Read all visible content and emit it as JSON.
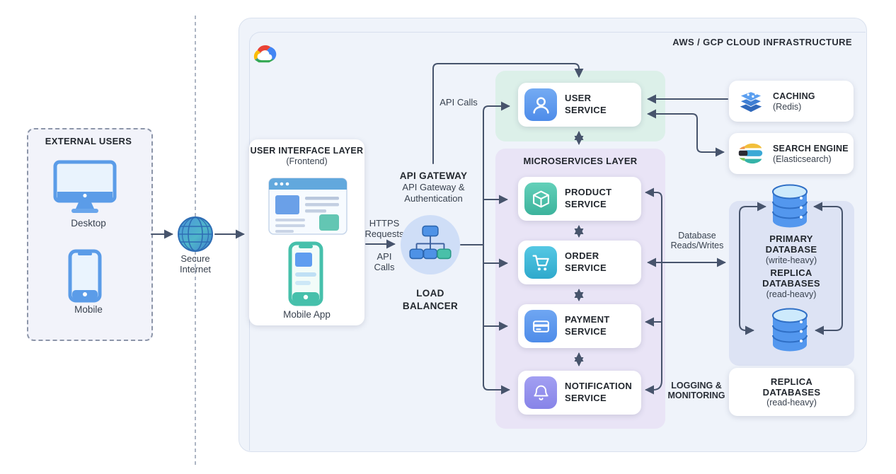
{
  "cloud": {
    "title": "AWS / GCP CLOUD INFRASTRUCTURE"
  },
  "external_users": {
    "title": "EXTERNAL USERS",
    "desktop": "Desktop",
    "mobile": "Mobile"
  },
  "internet": {
    "label": "Secure\nInternet"
  },
  "ui_layer": {
    "title": "USER INTERFACE LAYER",
    "subtitle": "(Frontend)",
    "mobile_app": "Mobile App"
  },
  "gateway": {
    "title": "API GATEWAY",
    "subtitle": "API Gateway &\nAuthentication"
  },
  "load_balancer": {
    "label": "LOAD\nBALANCER"
  },
  "edge_labels": {
    "https_requests": "HTTPS\nRequests",
    "api_calls_lb": "API\nCalls",
    "api_calls_gateway": "API Calls",
    "db_reads_writes": "Database\nReads/Writes",
    "logging": "LOGGING &\nMONITORING"
  },
  "user_service": {
    "label": "USER\nSERVICE"
  },
  "microservices": {
    "title": "MICROSERVICES LAYER",
    "services": [
      {
        "label": "PRODUCT\nSERVICE",
        "icon": "cube-icon"
      },
      {
        "label": "ORDER\nSERVICE",
        "icon": "cart-icon"
      },
      {
        "label": "PAYMENT\nSERVICE",
        "icon": "credit-card-icon"
      },
      {
        "label": "NOTIFICATION\nSERVICE",
        "icon": "bell-icon"
      }
    ]
  },
  "caching": {
    "title": "CACHING",
    "subtitle": "(Redis)"
  },
  "search": {
    "title": "SEARCH ENGINE",
    "subtitle": "(Elasticsearch)"
  },
  "database": {
    "primary_label": "PRIMARY\nDATABASE",
    "primary_sub": "(write-heavy)",
    "replica_label": "REPLICA\nDATABASES",
    "replica_sub": "(read-heavy)",
    "replica_card_label": "REPLICA\nDATABASES",
    "replica_card_sub": "(read-heavy)"
  },
  "colors": {
    "arrow": "#47546c",
    "cloud_bg": "#eff3fa",
    "user_layer_bg": "#dcf0e9",
    "microservices_bg": "#e9e4f6",
    "database_bg": "#dde3f4",
    "load_balancer_bg": "#cfdef7",
    "icon_user": "#5d9df1",
    "icon_product": "#4cc3ac",
    "icon_order": "#49bfdf",
    "icon_payment": "#5e9ef0",
    "icon_notification": "#9392ee"
  }
}
